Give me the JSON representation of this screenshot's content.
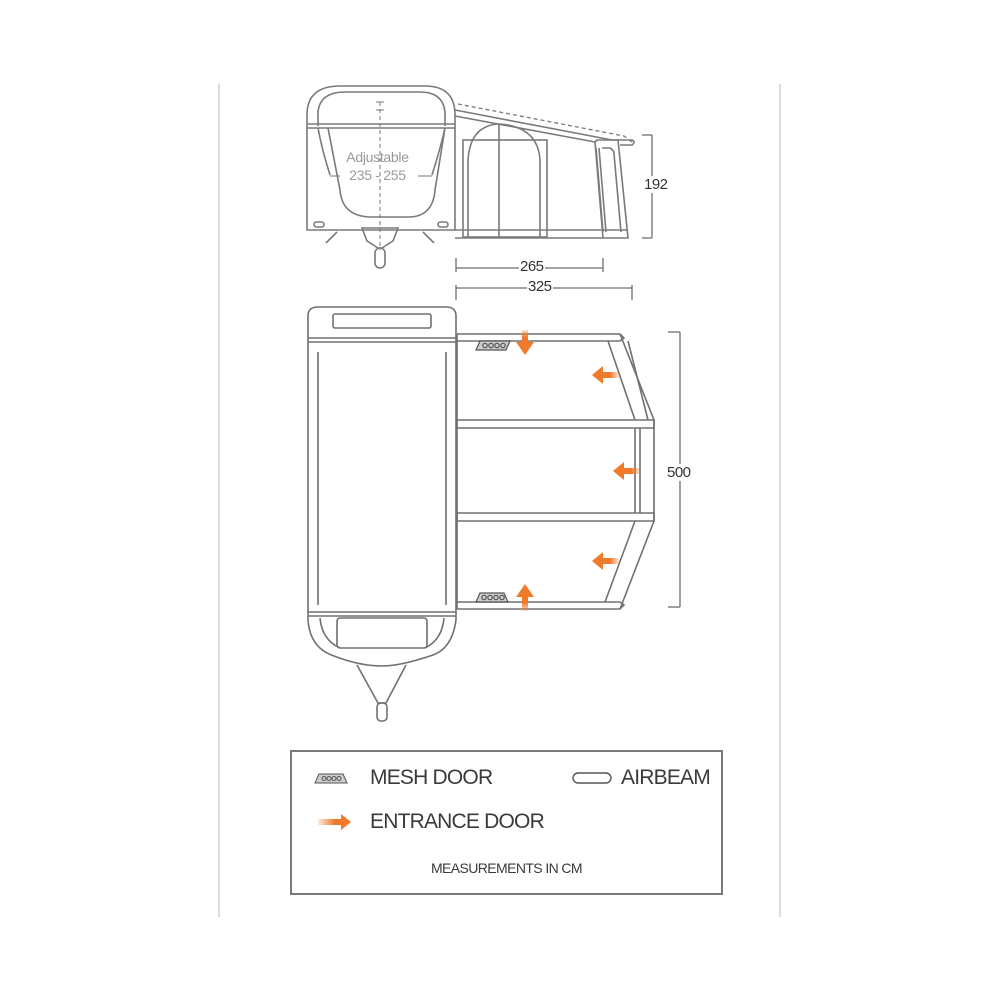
{
  "diagram": {
    "side_view": {
      "caravan_label_line1": "Adjustable",
      "caravan_label_line2": "235 - 255",
      "height_dimension": "192",
      "depth_inner_dimension": "265",
      "depth_outer_dimension": "325"
    },
    "plan_view": {
      "width_dimension": "500"
    },
    "colors": {
      "line": "#6e6e6e",
      "accent_arrow": "#f07a2a",
      "frame": "#dcdcdc"
    }
  },
  "legend": {
    "items": [
      {
        "icon": "mesh-door-icon",
        "label": "MESH DOOR"
      },
      {
        "icon": "airbeam-icon",
        "label": "AIRBEAM"
      },
      {
        "icon": "entrance-arrow-icon",
        "label": "ENTRANCE DOOR"
      }
    ],
    "note": "MEASUREMENTS IN CM"
  }
}
